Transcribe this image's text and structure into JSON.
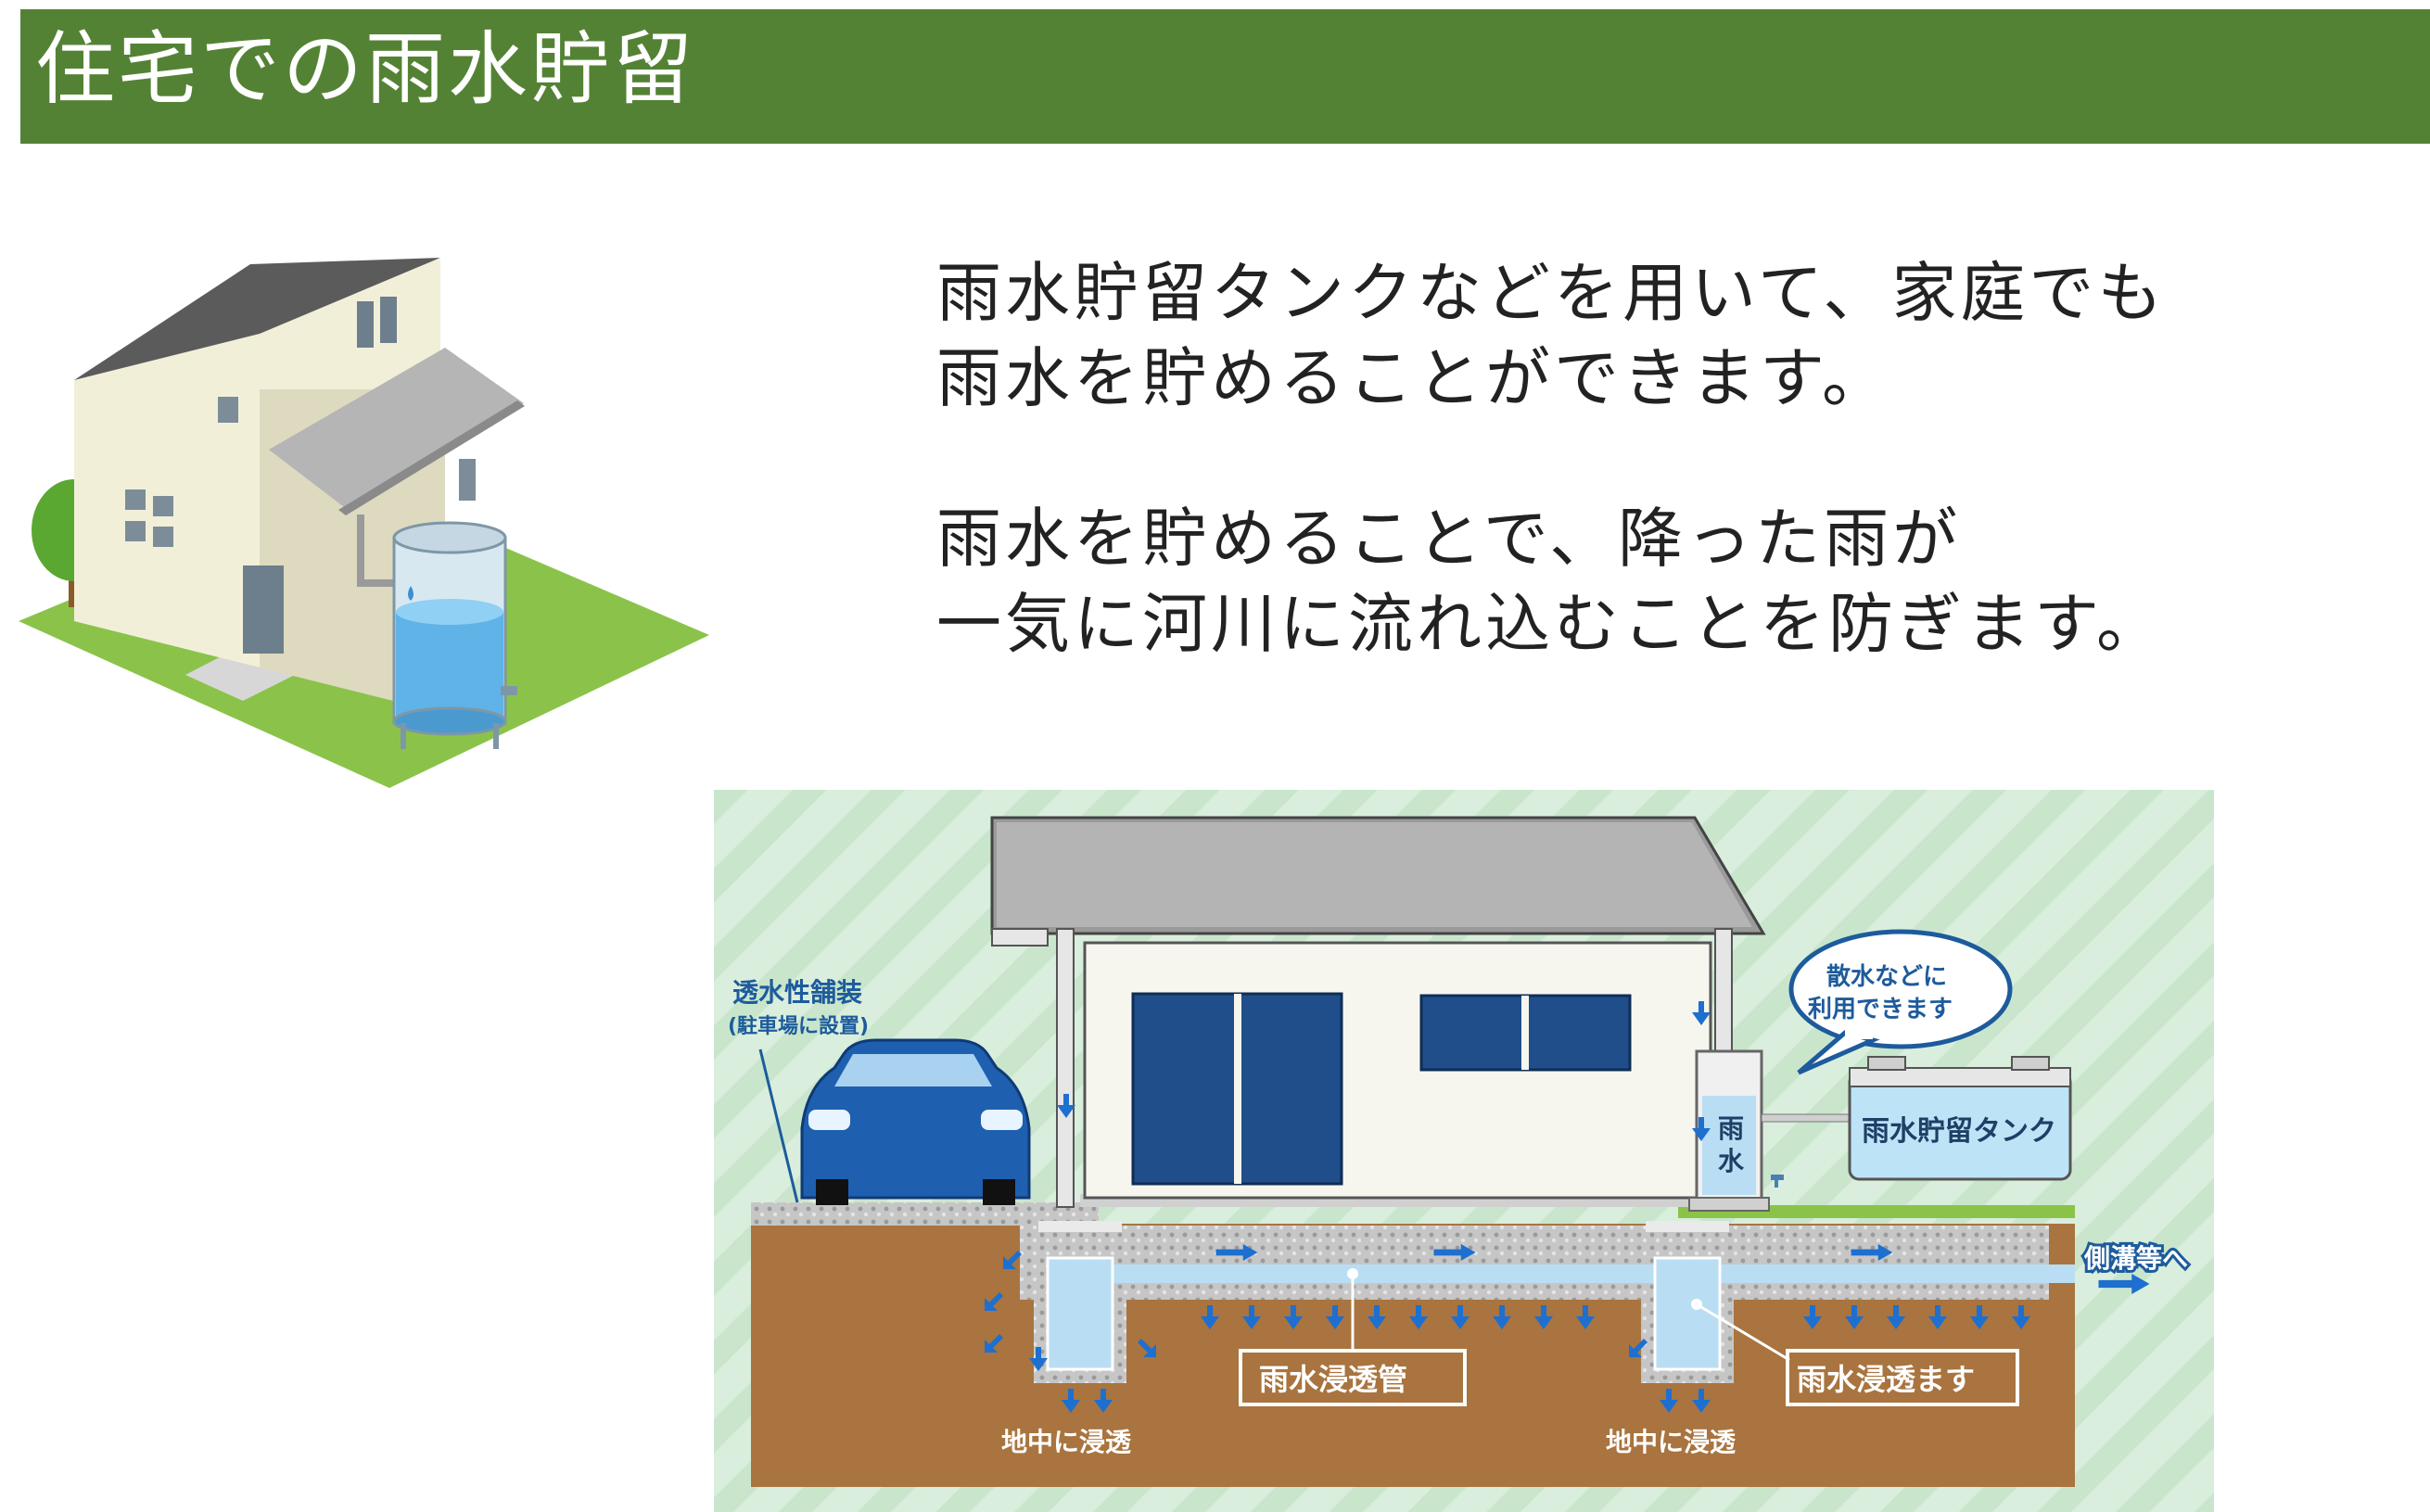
{
  "header": {
    "title": "住宅での雨水貯留"
  },
  "description": {
    "lines": [
      "雨水貯留タンクなどを用いて、家庭でも",
      "雨水を貯めることができます。",
      "雨水を貯めることで、降った雨が",
      "一気に河川に流れ込むことを防ぎます。"
    ]
  },
  "diagram": {
    "labels": {
      "permeable_paving": "透水性舗装",
      "permeable_paving_note": "(駐車場に設置)",
      "sprinkling_bubble_1": "散水などに",
      "sprinkling_bubble_2": "利用できます",
      "tank_char_1": "雨",
      "tank_char_2": "水",
      "storage_tank": "雨水貯留タンク",
      "to_ditch": "側溝等へ",
      "infiltration_left": "地中に浸透",
      "infiltration_pipe": "雨水浸透管",
      "infiltration_right": "地中に浸透",
      "infiltration_basin": "雨水浸透ます"
    },
    "colors": {
      "title_bar": "#548235",
      "soil": "#a9743f",
      "water": "#3a8fd6",
      "label_blue": "#1d5b9c",
      "lawn": "#8bc34a"
    }
  }
}
